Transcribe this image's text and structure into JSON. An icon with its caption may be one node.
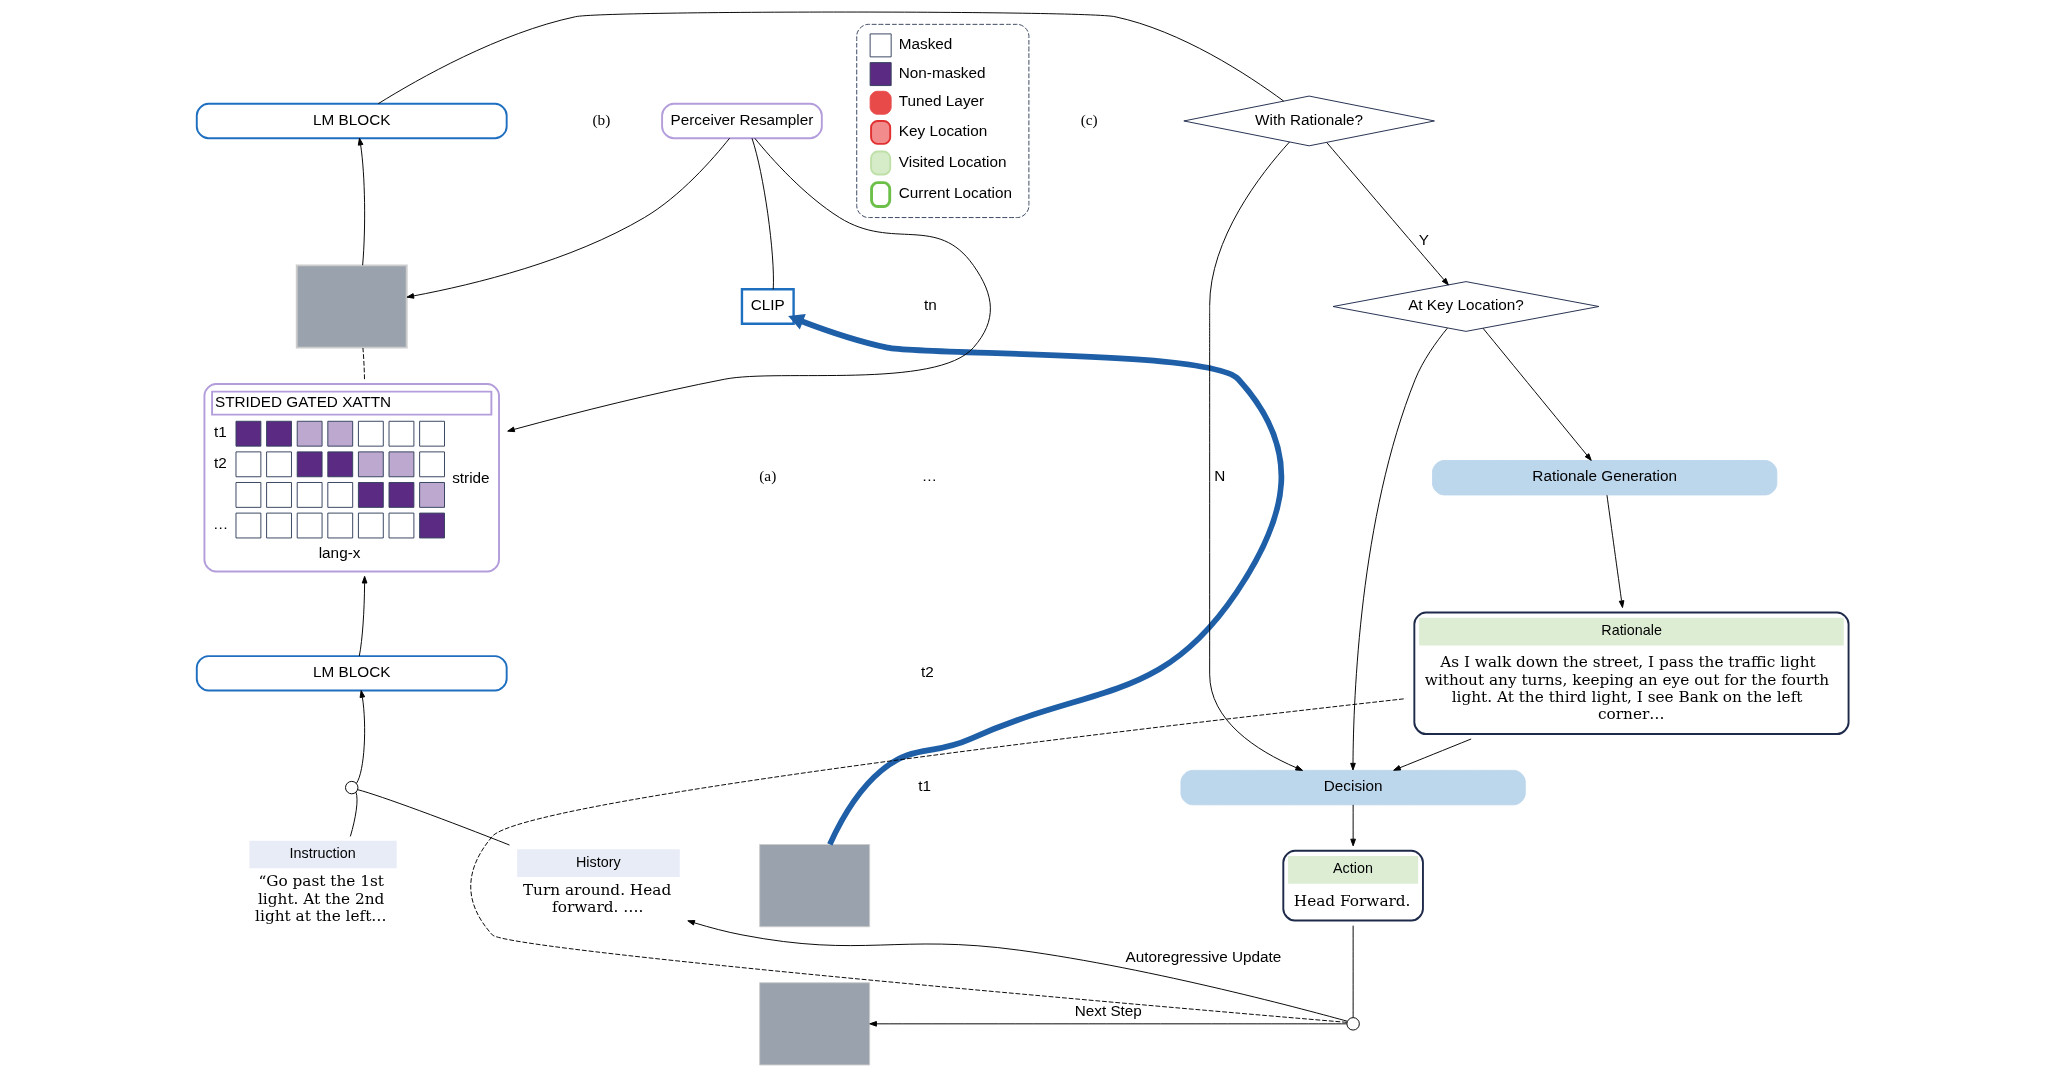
{
  "diagram": {
    "nodes": [
      {
        "text": [],
        "shape": "box"
      },
      {
        "text": [
          "CLIP"
        ]
      },
      {
        "text": [
          "Perceiver Resampler"
        ]
      },
      {
        "text": [
          "LM BLOCK"
        ]
      },
      {
        "text": [],
        "shape": "box"
      },
      {
        "text": [
          "STRIDED GATED XATTN"
        ]
      },
      {
        "text": [
          "LM BLOCK"
        ]
      },
      {
        "text": [
          "Instruction",
          "“Go past the 1st light. At the 2nd light at the left…"
        ]
      },
      {
        "text": [
          "History",
          "Turn around. Head forward. …."
        ]
      },
      {
        "text": [],
        "shape": "circle"
      },
      {
        "text": [
          "With Rationale?"
        ]
      },
      {
        "text": [
          "At Key Location?"
        ]
      },
      {
        "text": [
          "Rationale Generation"
        ]
      },
      {
        "text": [
          "Rationale",
          "As I walk down the street, I pass the traffic light without any turns, keeping an eye out for the fourth light. At the third light, I see Bank on the left corner…"
        ]
      },
      {
        "text": [
          "Decision"
        ]
      },
      {
        "text": [
          "Action",
          "Head Forward."
        ]
      },
      {
        "text": [],
        "shape": "circle"
      },
      {
        "text": [],
        "shape": "box"
      }
    ],
    "edges": [
      {
        "from": 0,
        "to": 1,
        "arrow": "to",
        "style": "thick",
        "color": "#1f5fa8"
      },
      {
        "from": 1,
        "to": 2,
        "arrow": "none"
      },
      {
        "from": 2,
        "to": 5,
        "arrow": "to"
      },
      {
        "from": 2,
        "to": 4,
        "arrow": "to"
      },
      {
        "from": 5,
        "to": 4,
        "arrow": "none",
        "style": "dashed"
      },
      {
        "from": 4,
        "to": 3,
        "arrow": "to"
      },
      {
        "from": 6,
        "to": 5,
        "arrow": "to"
      },
      {
        "from": 9,
        "to": 6,
        "arrow": "to"
      },
      {
        "from": 7,
        "to": 9,
        "arrow": "none"
      },
      {
        "from": 8,
        "to": 9,
        "arrow": "none"
      },
      {
        "from": 3,
        "to": 10,
        "arrow": "none"
      },
      {
        "from": 10,
        "to": 11,
        "label": "Y",
        "arrow": "to"
      },
      {
        "from": 10,
        "to": 14,
        "label": "N",
        "arrow": "to"
      },
      {
        "from": 11,
        "to": 12,
        "arrow": "to"
      },
      {
        "from": 11,
        "to": 14,
        "arrow": "to"
      },
      {
        "from": 12,
        "to": 13,
        "arrow": "to"
      },
      {
        "from": 13,
        "to": 14,
        "arrow": "to"
      },
      {
        "from": 14,
        "to": 15,
        "arrow": "to"
      },
      {
        "from": 15,
        "to": 16,
        "arrow": "none"
      },
      {
        "from": 16,
        "to": 17,
        "label": "Next Step",
        "arrow": "to"
      },
      {
        "from": 16,
        "to": 8,
        "label": "Autoregressive Update",
        "arrow": "to"
      },
      {
        "from": 16,
        "to": 13,
        "arrow": "none",
        "style": "dashed"
      }
    ],
    "labels": [
      "(a)",
      "(b)",
      "(c)",
      "tn",
      "…",
      "t2",
      "t1",
      "t1",
      "t2",
      "…",
      "stride",
      "lang-x"
    ],
    "legend": [
      {
        "text": "Masked"
      },
      {
        "text": "Non-masked",
        "color": "#5b2a82"
      },
      {
        "text": "Tuned Layer"
      },
      {
        "text": "Key Location"
      },
      {
        "text": "Visited Location"
      },
      {
        "text": "Current Location"
      }
    ]
  }
}
